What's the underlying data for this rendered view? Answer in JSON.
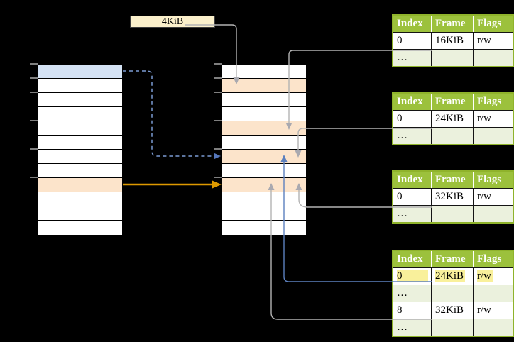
{
  "diagram": {
    "title": "two-level page table translation diagram",
    "page_size_label": "4KiB",
    "left_memory_column": {
      "rows": 12,
      "highlighted_blue_row_index": 0,
      "highlighted_orange_row_index": 8,
      "tick_rows": [
        0,
        1,
        2,
        4,
        6,
        8
      ]
    },
    "physical_memory_column": {
      "rows": 12,
      "highlighted_orange_row_indexes": [
        1,
        4,
        6,
        8
      ],
      "tick_rows": [
        0,
        1,
        2,
        4,
        6,
        8
      ]
    },
    "colors": {
      "background": "#000000",
      "blue_row": "#D4E2F4",
      "orange_row": "#FCE4CB",
      "label_box": "#FBF0CB",
      "table_header_green": "#9CC13C",
      "table_alt_row_green": "#EBF1DD",
      "highlight_yellow": "#F9F09B",
      "gray_connector": "#B3B3B3",
      "blue_connector": "#5C80BE",
      "dashed_blue_connector": "#7B9BD2",
      "orange_arrow": "#DD9900"
    }
  },
  "tables": {
    "t1": {
      "headers": [
        "Index",
        "Frame",
        "Flags"
      ],
      "rows": [
        [
          "0",
          "16KiB",
          "r/w"
        ],
        [
          "…",
          "",
          ""
        ]
      ]
    },
    "t2": {
      "headers": [
        "Index",
        "Frame",
        "Flags"
      ],
      "rows": [
        [
          "0",
          "24KiB",
          "r/w"
        ],
        [
          "…",
          "",
          ""
        ]
      ]
    },
    "t3": {
      "headers": [
        "Index",
        "Frame",
        "Flags"
      ],
      "rows": [
        [
          "0",
          "32KiB",
          "r/w"
        ],
        [
          "…",
          "",
          ""
        ]
      ]
    },
    "t4": {
      "headers": [
        "Index",
        "Frame",
        "Flags"
      ],
      "highlighted_row_index": 0,
      "rows": [
        [
          "0",
          "24KiB",
          "r/w"
        ],
        [
          "…",
          "",
          ""
        ],
        [
          "8",
          "32KiB",
          "r/w"
        ],
        [
          "…",
          "",
          ""
        ]
      ]
    }
  }
}
